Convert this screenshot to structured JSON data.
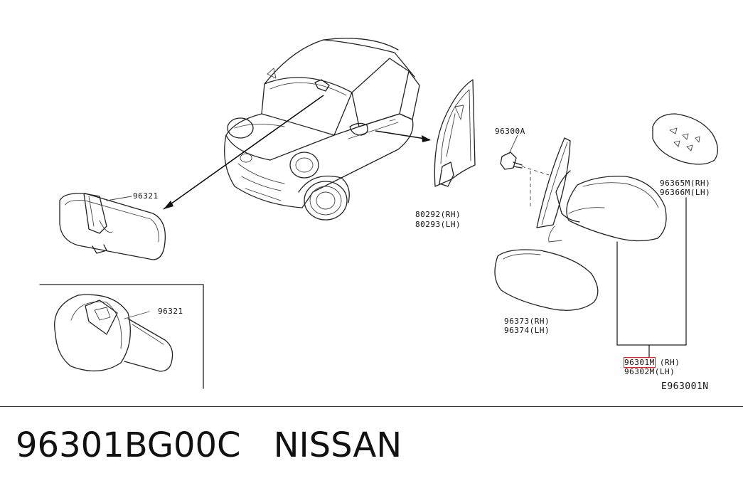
{
  "labels": {
    "rear_view_mirror": "96321",
    "inset_mirror": "96321",
    "bolt": "96300A",
    "corner_cover_rh": "80292(RH)",
    "corner_cover_lh": "80293(LH)",
    "mirror_glass_rh": "96365M(RH)",
    "mirror_glass_lh": "96366M(LH)",
    "mirror_cap_rh": "96373(RH)",
    "mirror_cap_lh": "96374(LH)",
    "door_mirror_rh": "96301M",
    "door_mirror_rh_suffix": " (RH)",
    "door_mirror_lh": "96302M(LH)",
    "diagram_code": "E963001N"
  },
  "footer": {
    "part_number": "96301BG00C",
    "brand": "NISSAN"
  },
  "colors": {
    "line": "#222222",
    "highlight": "#e02020",
    "background": "#ffffff"
  }
}
